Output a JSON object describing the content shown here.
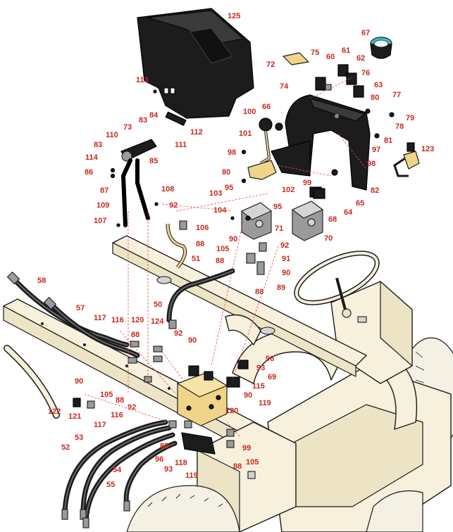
{
  "callouts": [
    {
      "id": "c125",
      "text": "125"
    },
    {
      "id": "c67",
      "text": "67"
    },
    {
      "id": "c72",
      "text": "72"
    },
    {
      "id": "c75",
      "text": "75"
    },
    {
      "id": "c60",
      "text": "60"
    },
    {
      "id": "c61",
      "text": "61"
    },
    {
      "id": "c62",
      "text": "62"
    },
    {
      "id": "c76",
      "text": "76"
    },
    {
      "id": "c63",
      "text": "63"
    },
    {
      "id": "c74",
      "text": "74"
    },
    {
      "id": "c113",
      "text": "113"
    },
    {
      "id": "c80a",
      "text": "80"
    },
    {
      "id": "c77",
      "text": "77"
    },
    {
      "id": "c66",
      "text": "66"
    },
    {
      "id": "c100",
      "text": "100"
    },
    {
      "id": "c79",
      "text": "79"
    },
    {
      "id": "c78",
      "text": "78"
    },
    {
      "id": "c84",
      "text": "84"
    },
    {
      "id": "c83a",
      "text": "83"
    },
    {
      "id": "c73",
      "text": "73"
    },
    {
      "id": "c112",
      "text": "112"
    },
    {
      "id": "c110",
      "text": "110"
    },
    {
      "id": "c101",
      "text": "101"
    },
    {
      "id": "c81",
      "text": "81"
    },
    {
      "id": "c111",
      "text": "111"
    },
    {
      "id": "c97",
      "text": "97"
    },
    {
      "id": "c123",
      "text": "123"
    },
    {
      "id": "c83b",
      "text": "83"
    },
    {
      "id": "c114",
      "text": "114"
    },
    {
      "id": "c85",
      "text": "85"
    },
    {
      "id": "c98a",
      "text": "98"
    },
    {
      "id": "c98b",
      "text": "98"
    },
    {
      "id": "c86",
      "text": "86"
    },
    {
      "id": "c80b",
      "text": "80"
    },
    {
      "id": "c99a",
      "text": "99"
    },
    {
      "id": "c87",
      "text": "87"
    },
    {
      "id": "c95a",
      "text": "95"
    },
    {
      "id": "c102",
      "text": "102"
    },
    {
      "id": "c82",
      "text": "82"
    },
    {
      "id": "c108",
      "text": "108"
    },
    {
      "id": "c103",
      "text": "103"
    },
    {
      "id": "c65",
      "text": "65"
    },
    {
      "id": "c109",
      "text": "109"
    },
    {
      "id": "c92a",
      "text": "92"
    },
    {
      "id": "c104",
      "text": "104"
    },
    {
      "id": "c95b",
      "text": "95"
    },
    {
      "id": "c64",
      "text": "64"
    },
    {
      "id": "c68",
      "text": "68"
    },
    {
      "id": "c107",
      "text": "107"
    },
    {
      "id": "c106",
      "text": "106"
    },
    {
      "id": "c71",
      "text": "71"
    },
    {
      "id": "c90a",
      "text": "90"
    },
    {
      "id": "c70",
      "text": "70"
    },
    {
      "id": "c88a",
      "text": "88"
    },
    {
      "id": "c92b",
      "text": "92"
    },
    {
      "id": "c105a",
      "text": "105"
    },
    {
      "id": "c91",
      "text": "91"
    },
    {
      "id": "c51",
      "text": "51"
    },
    {
      "id": "c88b",
      "text": "88"
    },
    {
      "id": "c90b",
      "text": "90"
    },
    {
      "id": "c58",
      "text": "58"
    },
    {
      "id": "c88c",
      "text": "88"
    },
    {
      "id": "c89",
      "text": "89"
    },
    {
      "id": "c50",
      "text": "50"
    },
    {
      "id": "c57",
      "text": "57"
    },
    {
      "id": "c117a",
      "text": "117"
    },
    {
      "id": "c116a",
      "text": "116"
    },
    {
      "id": "c120a",
      "text": "120"
    },
    {
      "id": "c124",
      "text": "124"
    },
    {
      "id": "c92c",
      "text": "92"
    },
    {
      "id": "c88d",
      "text": "88"
    },
    {
      "id": "c90c",
      "text": "90"
    },
    {
      "id": "c96a",
      "text": "96"
    },
    {
      "id": "c93a",
      "text": "93"
    },
    {
      "id": "c69",
      "text": "69"
    },
    {
      "id": "c90d",
      "text": "90"
    },
    {
      "id": "c115",
      "text": "115"
    },
    {
      "id": "c105b",
      "text": "105"
    },
    {
      "id": "c88e",
      "text": "88"
    },
    {
      "id": "c90e",
      "text": "90"
    },
    {
      "id": "c122",
      "text": "122"
    },
    {
      "id": "c121",
      "text": "121"
    },
    {
      "id": "c92d",
      "text": "92"
    },
    {
      "id": "c119a",
      "text": "119"
    },
    {
      "id": "c116b",
      "text": "116"
    },
    {
      "id": "c120b",
      "text": "120"
    },
    {
      "id": "c117b",
      "text": "117"
    },
    {
      "id": "c53",
      "text": "53"
    },
    {
      "id": "c52",
      "text": "52"
    },
    {
      "id": "c88f",
      "text": "88"
    },
    {
      "id": "c99b",
      "text": "99"
    },
    {
      "id": "c96b",
      "text": "96"
    },
    {
      "id": "c118",
      "text": "118"
    },
    {
      "id": "c54",
      "text": "54"
    },
    {
      "id": "c93b",
      "text": "93"
    },
    {
      "id": "c88g",
      "text": "88"
    },
    {
      "id": "c105c",
      "text": "105"
    },
    {
      "id": "c119b",
      "text": "119"
    },
    {
      "id": "c55",
      "text": "55"
    }
  ]
}
